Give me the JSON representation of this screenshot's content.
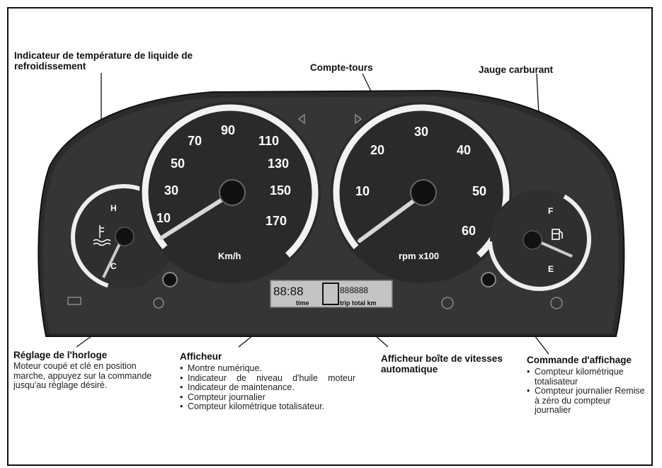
{
  "labels": {
    "temp": "Indicateur de température de liquide de refroidissement",
    "rev": "Compte-tours",
    "fuel": "Jauge carburant",
    "clock_title": "Réglage de l'horloge",
    "clock_desc": "Moteur coupé et clé en position marche, appuyez sur la commande jusqu'au réglage désiré.",
    "display_title": "Afficheur",
    "display_items": [
      "Montre numérique.",
      "Indicateur de niveau d'huile moteur",
      "Indicateur de maintenance.",
      "Compteur journalier",
      "Compteur kilométrique totalisateur."
    ],
    "gearbox_title": "Afficheur boîte de vitesses automatique",
    "cmd_title": "Commande d'affichage",
    "cmd_items": [
      "Compteur kilométrique totalisateur",
      "Compteur journalier Remise à zéro du compteur journalier"
    ]
  },
  "speedometer": {
    "ticks": [
      "10",
      "30",
      "50",
      "70",
      "90",
      "110",
      "130",
      "150",
      "170"
    ],
    "unit": "Km/h",
    "needle_value": 0
  },
  "tachometer": {
    "ticks": [
      "10",
      "20",
      "30",
      "40",
      "50",
      "60"
    ],
    "unit": "rpm x100",
    "needle_value": 0
  },
  "temp_gauge": {
    "high": "H",
    "low": "C",
    "needle_level": 0
  },
  "fuel_gauge": {
    "full": "F",
    "empty": "E",
    "needle_level": 0
  },
  "lcd": {
    "clock": "88:88",
    "odometer": "888888",
    "time_label": "time",
    "trip_label": "trip total km"
  },
  "colors": {
    "panel": "#2a2a2a",
    "dial": "#2e2e2e",
    "text": "#ffffff"
  }
}
